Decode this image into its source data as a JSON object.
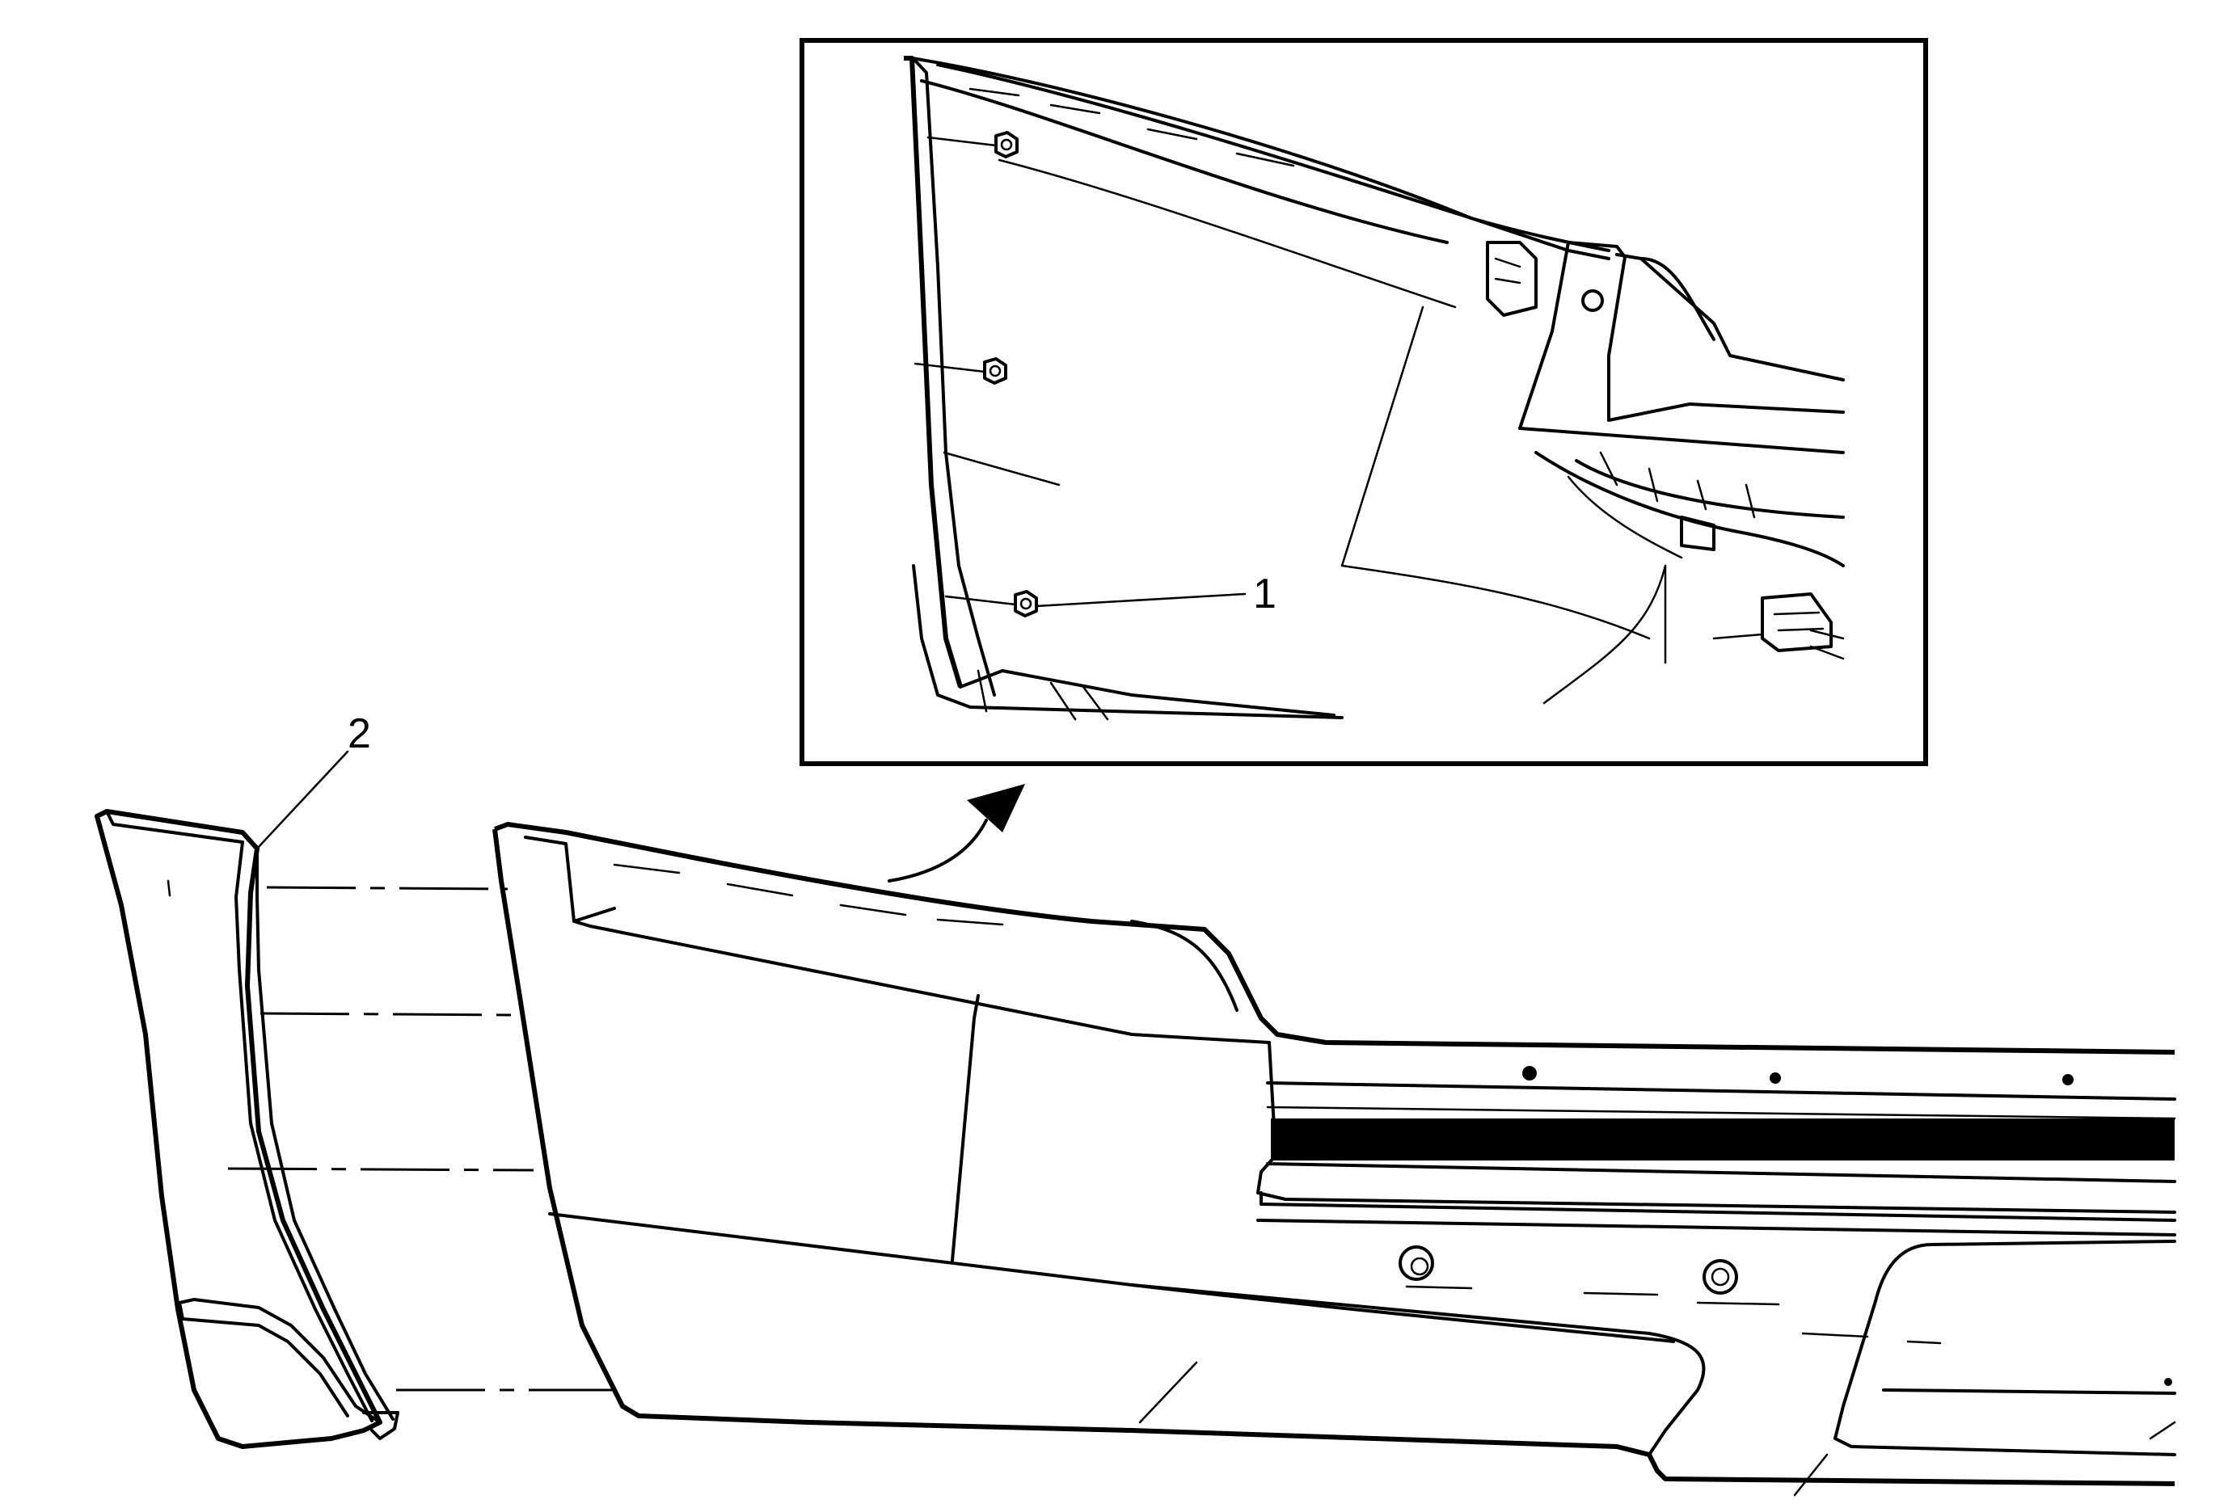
{
  "diagram": {
    "callouts": [
      {
        "id": "callout-1",
        "label": "1"
      },
      {
        "id": "callout-2",
        "label": "2"
      }
    ],
    "colors": {
      "ink": "#000000",
      "paper": "#ffffff"
    }
  }
}
